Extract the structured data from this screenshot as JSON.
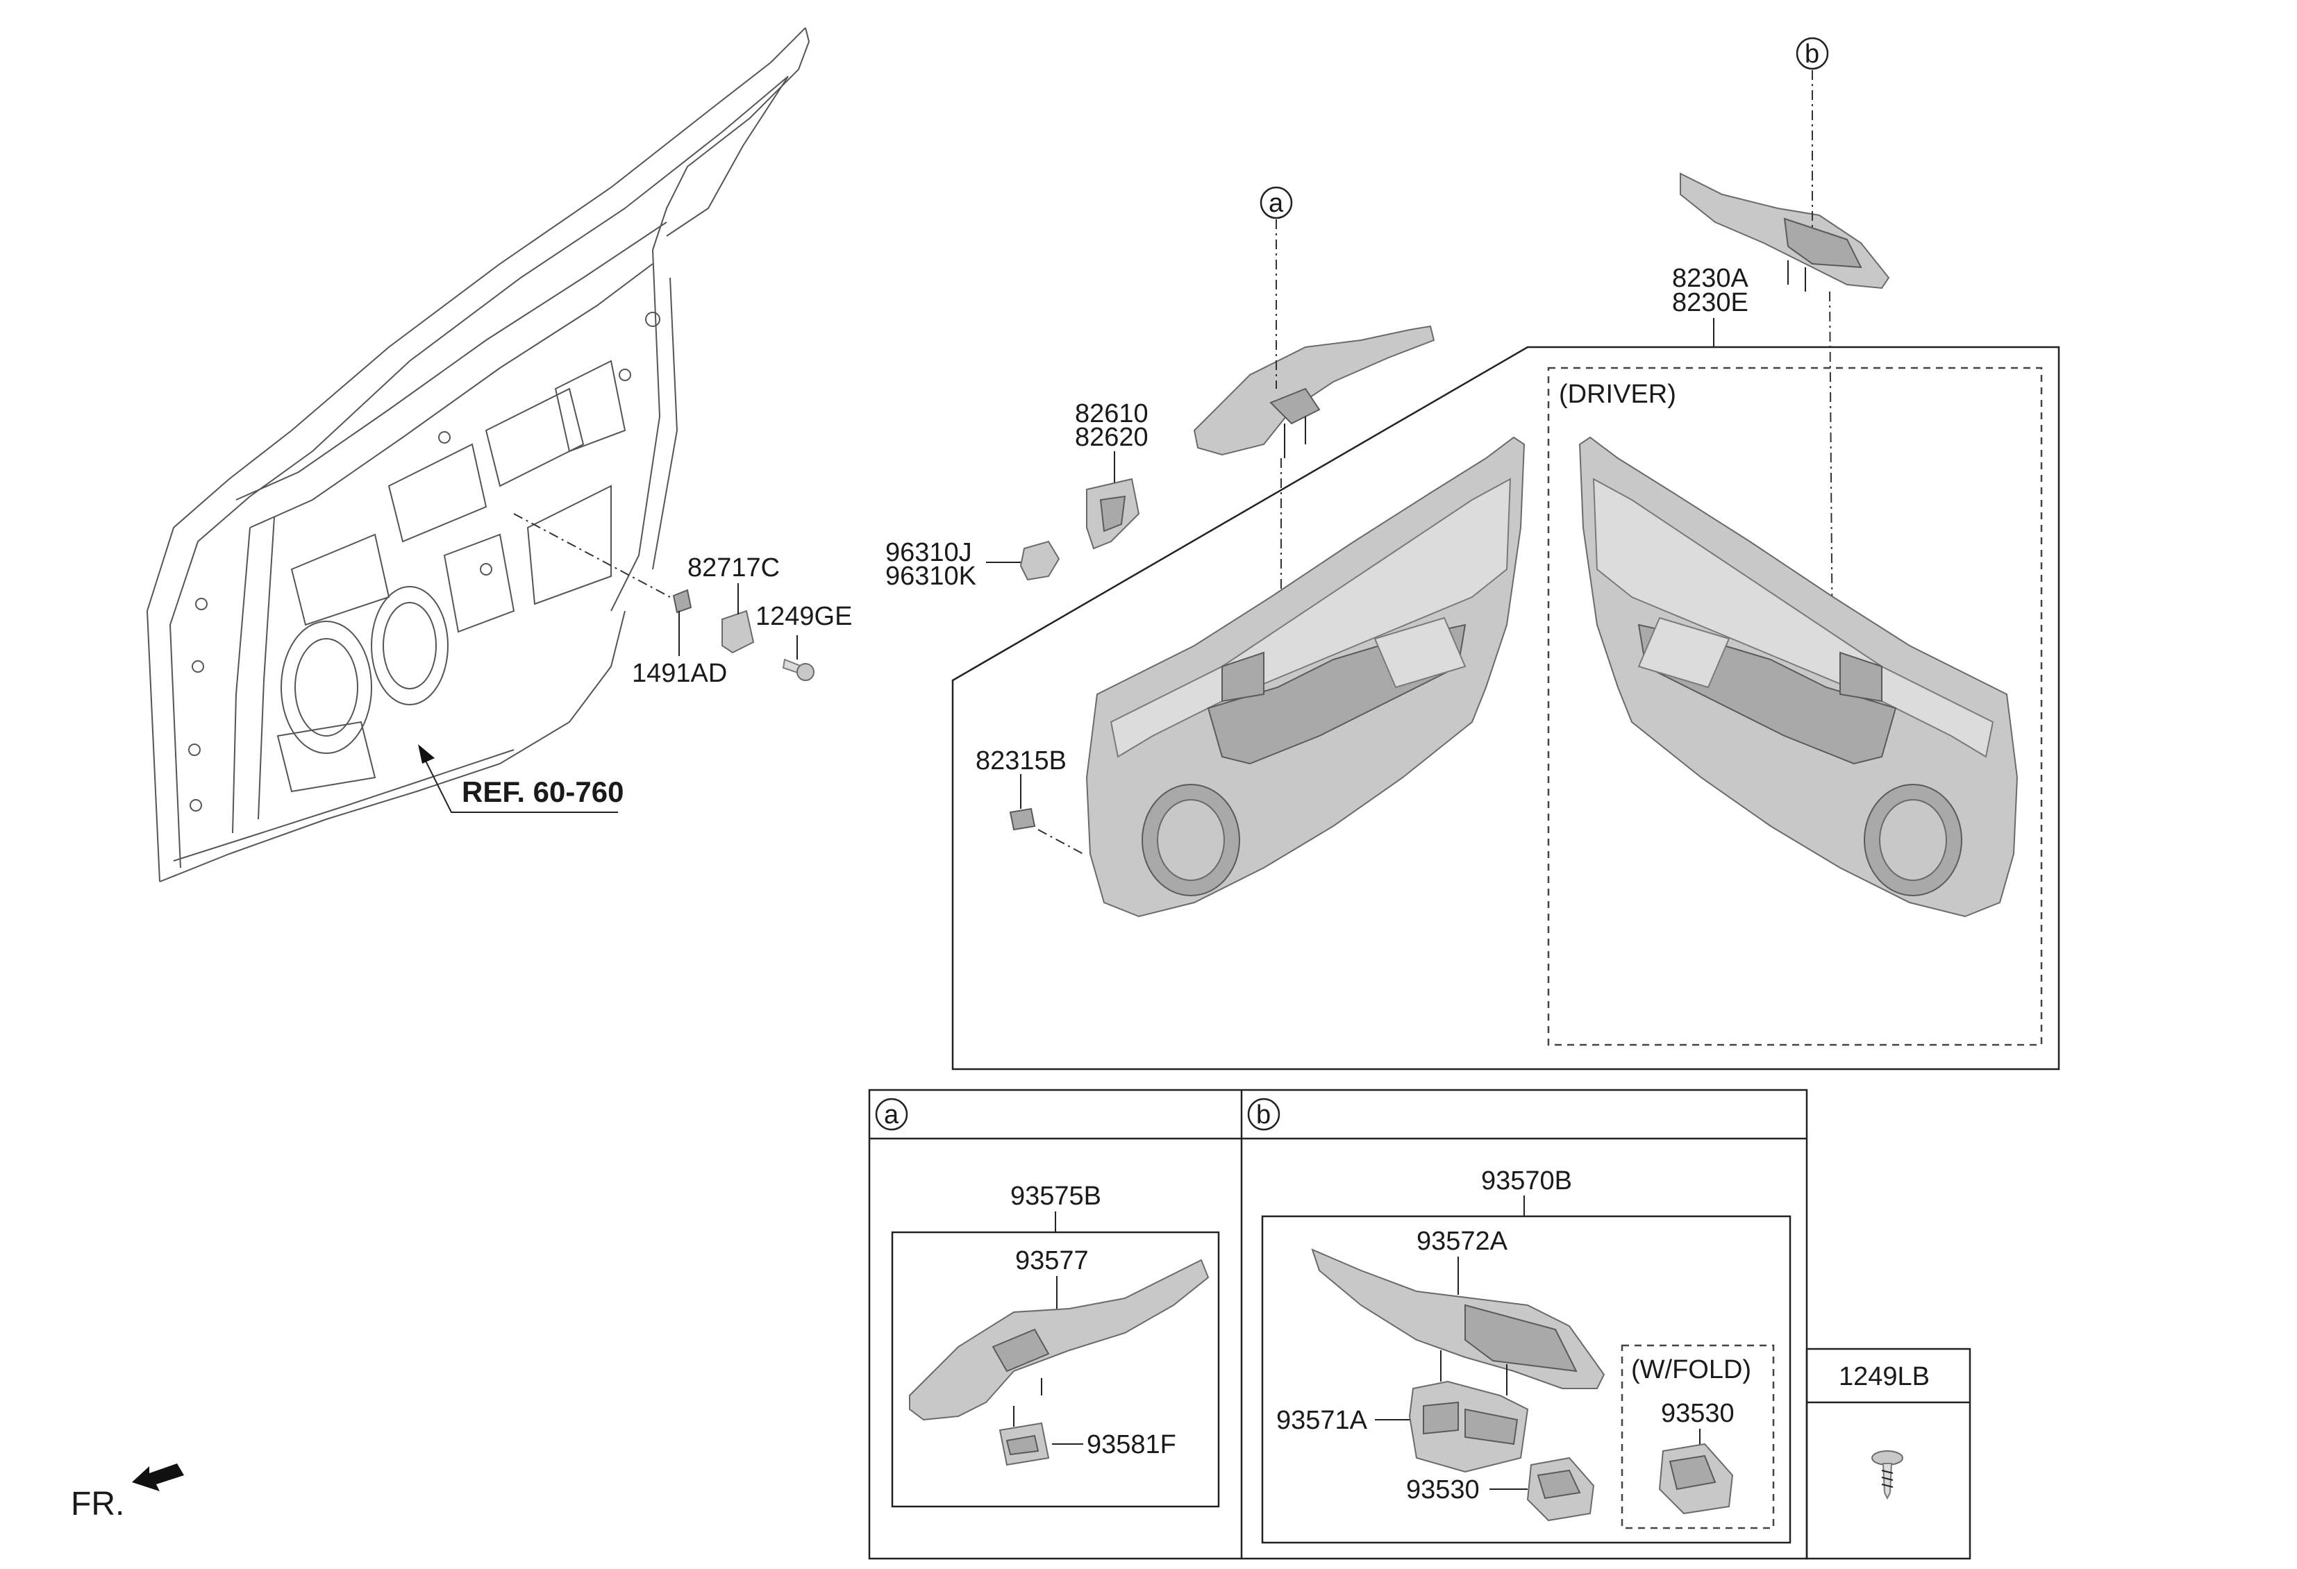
{
  "labels": {
    "ref": "REF. 60-760",
    "p82717c": "82717C",
    "p1249ge": "1249GE",
    "p1491ad": "1491AD",
    "p82610": "82610",
    "p82620": "82620",
    "p96310j": "96310J",
    "p96310k": "96310K",
    "p82315b": "82315B",
    "p8230a": "8230A",
    "p8230e": "8230E",
    "driver": "(DRIVER)",
    "fr": "FR."
  },
  "callouts": {
    "a": "a",
    "b": "b"
  },
  "detail_a": {
    "tag": "a",
    "assembly": "93575B",
    "bezel": "93577",
    "switch": "93581F"
  },
  "detail_b": {
    "tag": "b",
    "assembly": "93570B",
    "bezel": "93572A",
    "master_switch": "93571A",
    "switch_lower": "93530",
    "wfold_title": "(W/FOLD)",
    "wfold_switch": "93530"
  },
  "fastener": {
    "title": "1249LB"
  }
}
